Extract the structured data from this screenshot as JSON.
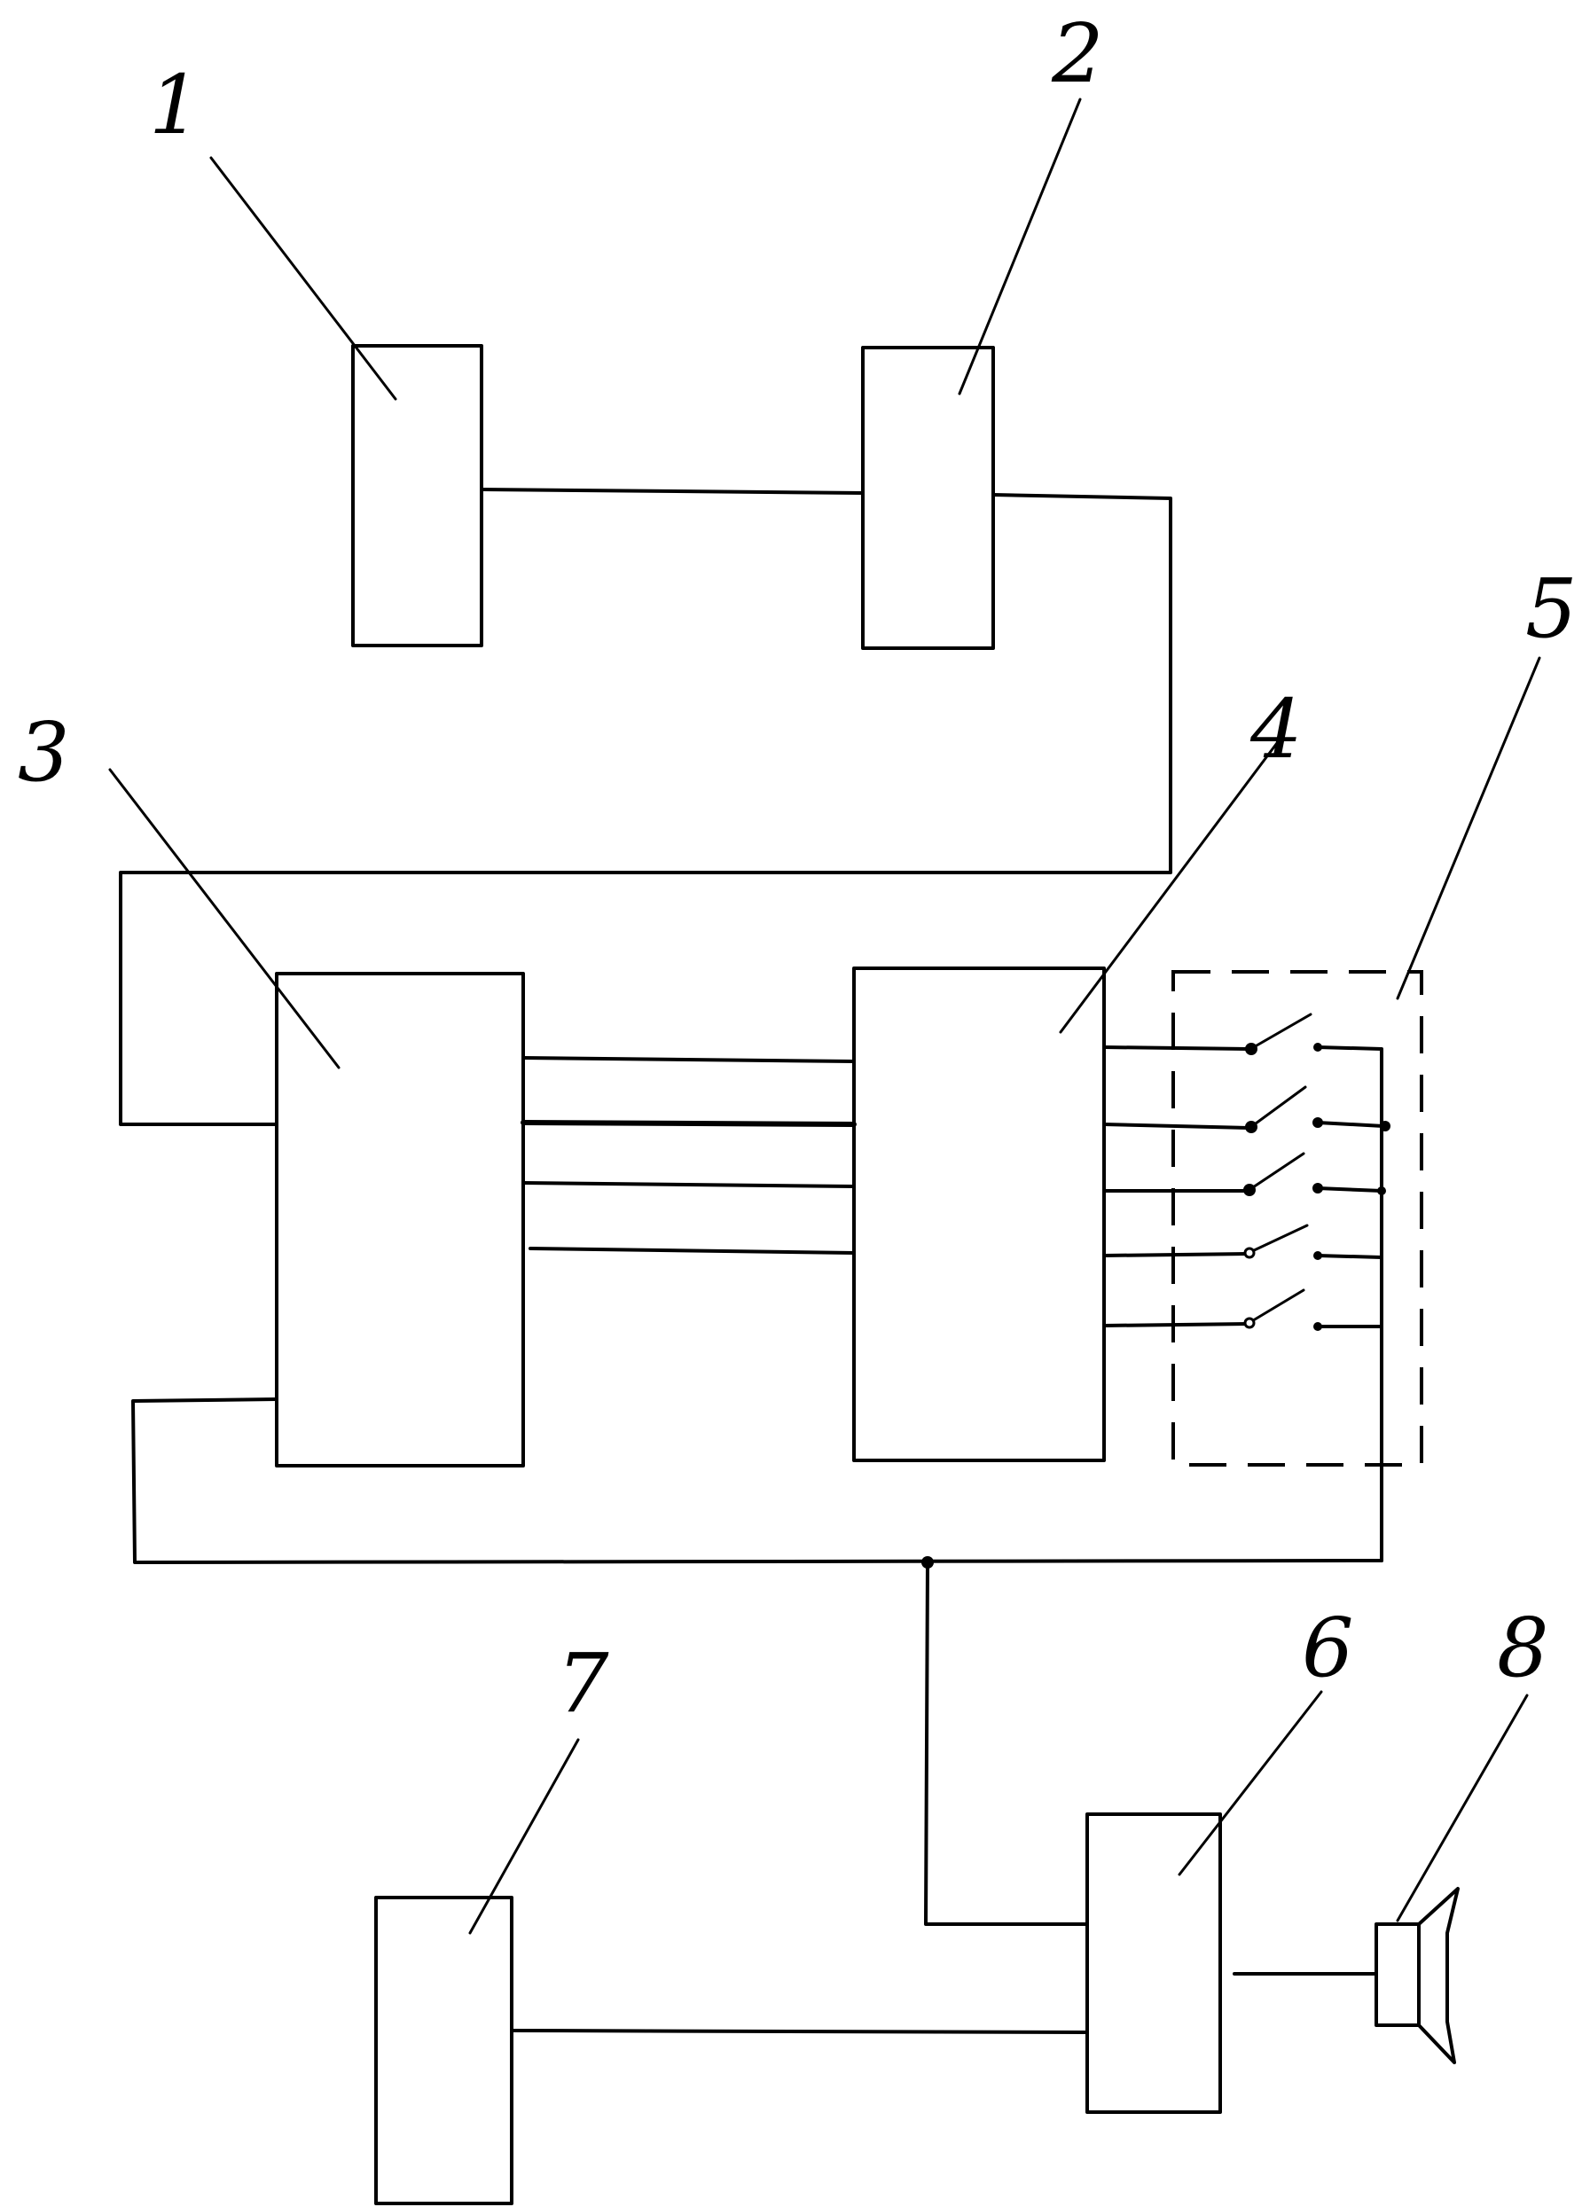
{
  "labels": {
    "block1": "1",
    "block2": "2",
    "block3": "3",
    "block4": "4",
    "switch_group": "5",
    "block6": "6",
    "block7": "7",
    "speaker": "8"
  }
}
